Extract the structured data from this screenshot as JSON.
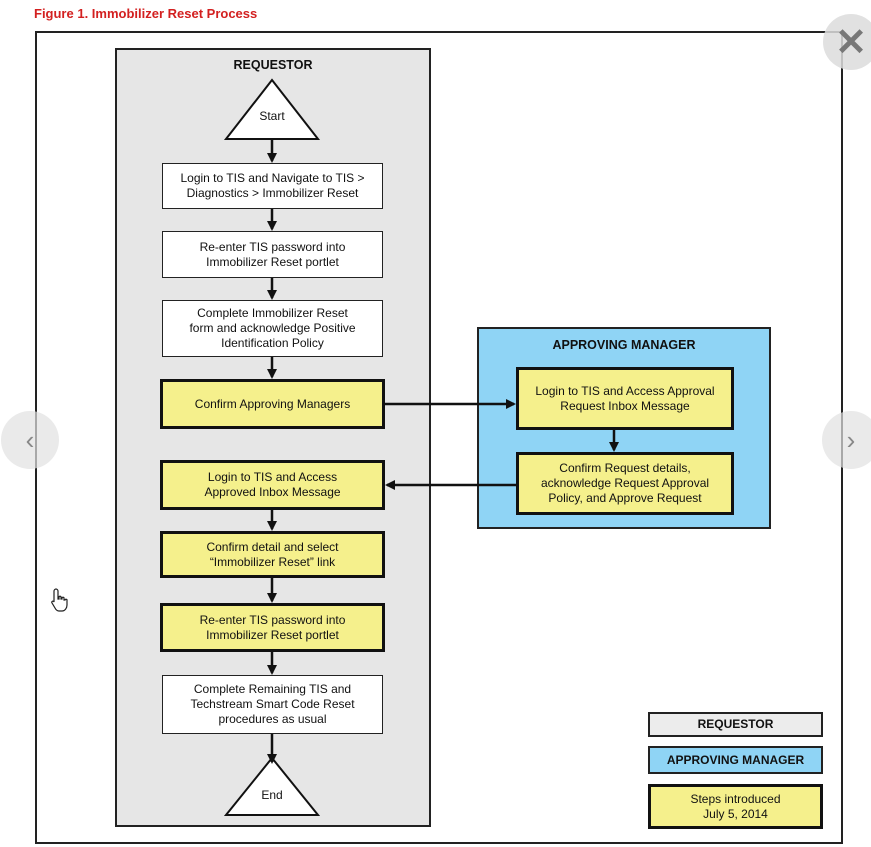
{
  "figure_title": "Figure 1. Immobilizer Reset Process",
  "lanes": {
    "requestor": "REQUESTOR",
    "approving_manager": "APPROVING MANAGER"
  },
  "start_label": "Start",
  "end_label": "End",
  "requestor_steps": [
    "Login to TIS and Navigate to TIS >\nDiagnostics > Immobilizer Reset",
    "Re-enter TIS password into\nImmobilizer Reset portlet",
    "Complete Immobilizer Reset\nform and acknowledge Positive\nIdentification Policy",
    "Confirm Approving Managers",
    "Login to TIS and Access\nApproved Inbox Message",
    "Confirm detail and select\n“Immobilizer Reset” link",
    "Re-enter TIS password into\nImmobilizer Reset portlet",
    "Complete Remaining TIS and\nTechstream Smart Code Reset\nprocedures as usual"
  ],
  "manager_steps": [
    "Login to TIS and Access Approval\nRequest Inbox Message",
    "Confirm Request details,\nacknowledge Request Approval\nPolicy, and Approve Request"
  ],
  "legend": {
    "requestor": "REQUESTOR",
    "approving_manager": "APPROVING MANAGER",
    "new_steps": "Steps introduced\nJuly 5, 2014"
  },
  "colors": {
    "requestor_lane": "#e6e6e6",
    "manager_lane": "#8fd4f5",
    "new_step": "#f5f08c",
    "title": "#d32020"
  },
  "icons": {
    "close": "close-icon",
    "prev": "chevron-left-icon",
    "next": "chevron-right-icon",
    "cursor": "hand-pointer-icon"
  }
}
